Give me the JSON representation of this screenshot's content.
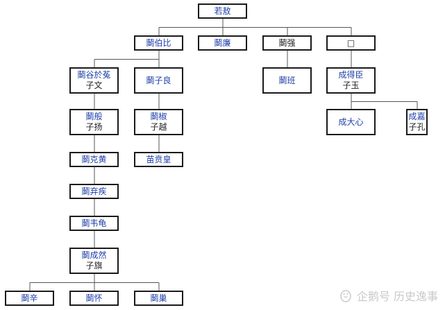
{
  "tree": {
    "root": {
      "name": "若敖"
    },
    "gen2": [
      {
        "name": "鬬伯比"
      },
      {
        "name": "鬬廉"
      },
      {
        "name": "鬬强"
      },
      {
        "name": "□"
      }
    ],
    "bobi_sons": [
      {
        "name": "鬬谷於菟",
        "courtesy": "子文"
      },
      {
        "name": "鬬子良"
      }
    ],
    "qiang_son": {
      "name": "鬬班"
    },
    "chengdechen": {
      "name": "成得臣",
      "courtesy": "子玉"
    },
    "chengdechen_sons": [
      {
        "name": "成大心"
      },
      {
        "name": "成嘉",
        "courtesy": "子孔"
      }
    ],
    "ziwen_line": [
      {
        "name": "鬬般",
        "courtesy": "子扬"
      },
      {
        "name": "鬬克黄"
      },
      {
        "name": "鬬弃疾"
      },
      {
        "name": "鬬韦龟"
      },
      {
        "name": "鬬成然",
        "courtesy": "子旗"
      }
    ],
    "ziliang_line": [
      {
        "name": "鬬椒",
        "courtesy": "子越"
      },
      {
        "name": "苗贲皇"
      }
    ],
    "chengran_sons": [
      {
        "name": "鬬辛"
      },
      {
        "name": "鬬怀"
      },
      {
        "name": "鬬巢"
      }
    ]
  },
  "colors": {
    "name": "#1f3fa8",
    "text": "#222222",
    "border": "#1a1a1a",
    "line": "#555555"
  },
  "watermark": {
    "brand": "企鹅号",
    "account": "历史逸事",
    "icon": "penguin-icon"
  }
}
